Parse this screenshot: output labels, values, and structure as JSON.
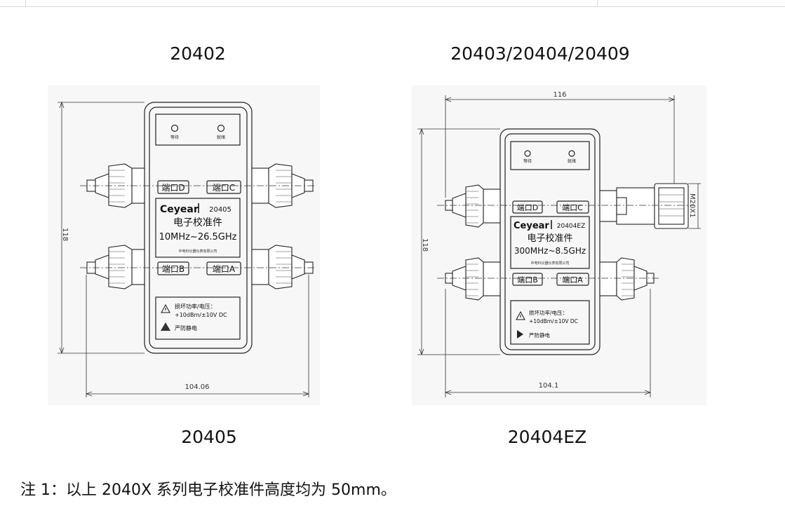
{
  "headings": {
    "top_left": "20402",
    "top_right": "20403/20404/20409",
    "bottom_left": "20405",
    "bottom_right": "20404EZ"
  },
  "note": "注 1：以上 2040X 系列电子校准件高度均为 50mm。",
  "left_drawing": {
    "led_waiting": "等待",
    "led_ready": "就绪",
    "port_d": "端口D",
    "port_c": "端口C",
    "port_b": "端口B",
    "port_a": "端口A",
    "brand": "Ceyear",
    "model": "20405",
    "product_name": "电子校准件",
    "freq_range": "10MHz~26.5GHz",
    "company": "中电科仪器仪表有限公司",
    "warning_label": "损坏功率/电压：",
    "warning_value": "+10dBm/±10V DC",
    "esd_label": "严防静电",
    "dim_height": "118",
    "dim_width": "104.06"
  },
  "right_drawing": {
    "led_waiting": "等待",
    "led_ready": "就绪",
    "port_d": "端口D",
    "port_c": "端口C",
    "port_b": "端口B",
    "port_a": "端口A",
    "brand": "Ceyear",
    "model": "20404EZ",
    "product_name": "电子校准件",
    "freq_range": "300MHz~8.5GHz",
    "company": "中电科仪器仪表有限公司",
    "warning_label": "损坏功率/电压：",
    "warning_value": "+10dBm/±10V DC",
    "esd_label": "严防静电",
    "dim_top_width": "116",
    "dim_height": "118",
    "dim_width": "104.1",
    "dim_thread": "M20X1"
  }
}
